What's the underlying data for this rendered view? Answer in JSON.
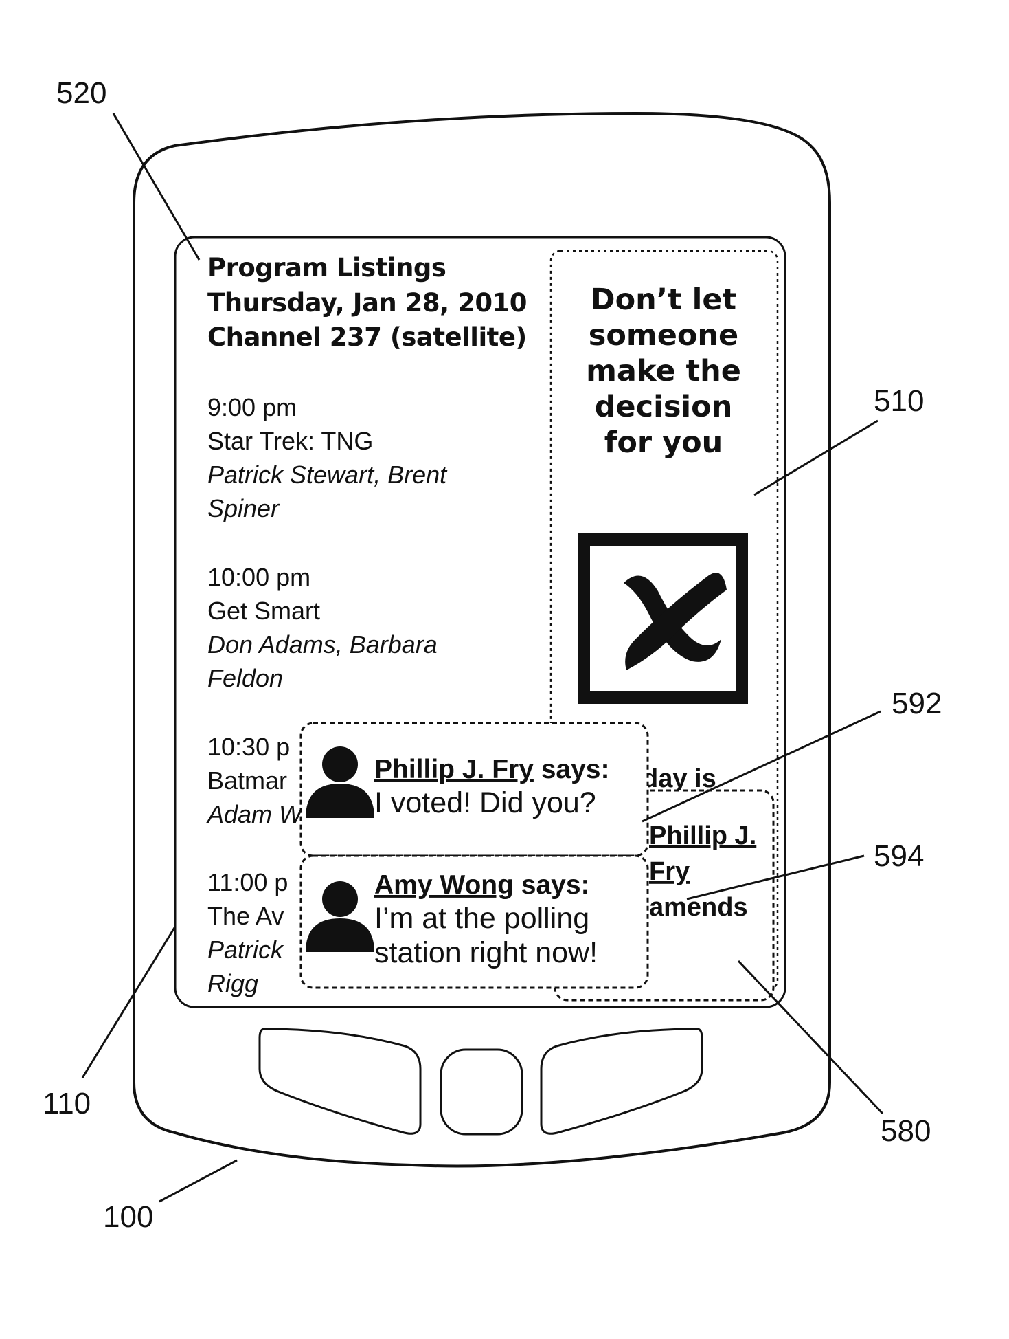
{
  "reference_numerals": {
    "device": "100",
    "screen": "110",
    "ad_panel": "510",
    "listings": "520",
    "chat_panel": "580",
    "chat_message_1": "592",
    "chat_message_2": "594"
  },
  "listings": {
    "header": [
      "Program Listings",
      "Thursday, Jan 28, 2010",
      "Channel 237 (satellite)"
    ],
    "programs": [
      {
        "time": "9:00 pm",
        "title": "Star Trek: TNG",
        "cast": [
          "Patrick Stewart, Brent",
          "Spiner"
        ]
      },
      {
        "time": "10:00 pm",
        "title": "Get Smart",
        "cast": [
          "Don Adams, Barbara",
          "Feldon"
        ]
      },
      {
        "time": "10:30 p",
        "title": "Batmar",
        "cast": [
          "Adam W"
        ]
      },
      {
        "time": "11:00 p",
        "title": "The Av",
        "cast": [
          "Patrick",
          "Rigg"
        ]
      }
    ]
  },
  "ad": {
    "lines": [
      "Don’t let",
      "someone",
      "make the",
      "decision",
      "for you"
    ],
    "icon": "ballot-x-icon",
    "partial_text": "day is"
  },
  "chat_panel_partial": [
    "Phillip J.",
    "Fry",
    "amends"
  ],
  "chat_messages": [
    {
      "name": "Phillip J. Fry",
      "says": " says:",
      "text": [
        "I voted! Did you?"
      ]
    },
    {
      "name": "Amy Wong",
      "says": " says:",
      "text": [
        "I’m at the polling",
        "station right now!"
      ]
    }
  ]
}
